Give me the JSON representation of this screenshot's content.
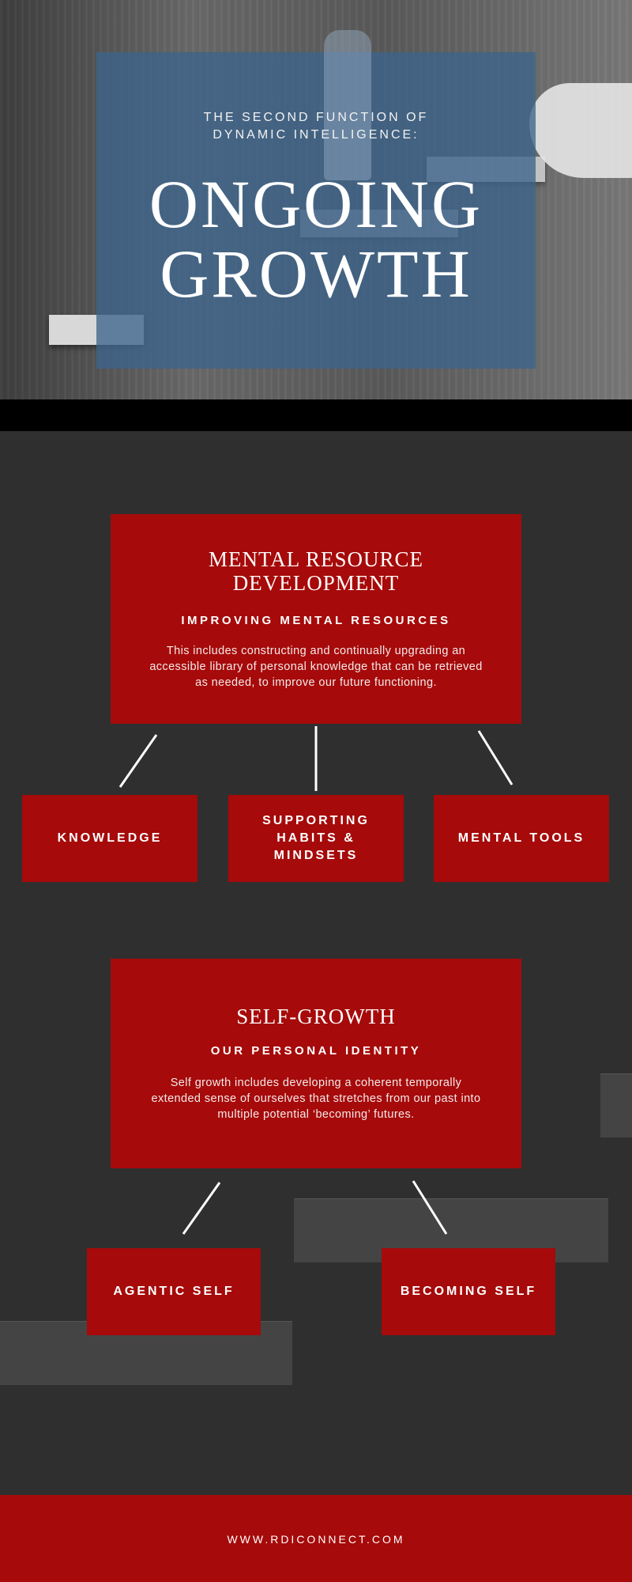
{
  "hero": {
    "subtitle": "THE SECOND FUNCTION OF\nDYNAMIC INTELLIGENCE:",
    "title": "ONGOING\nGROWTH"
  },
  "mental_resource": {
    "title": "MENTAL RESOURCE\nDEVELOPMENT",
    "subtitle": "IMPROVING MENTAL RESOURCES",
    "body": "This includes constructing and continually upgrading an accessible library of personal knowledge that can be retrieved as needed, to improve our future functioning.",
    "children": [
      "KNOWLEDGE",
      "SUPPORTING\nHABITS &\nMINDSETS",
      "MENTAL TOOLS"
    ]
  },
  "self_growth": {
    "title": "SELF-GROWTH",
    "subtitle": "OUR PERSONAL IDENTITY",
    "body": "Self growth includes developing a coherent temporally extended sense of ourselves that stretches from our past into multiple potential ‘becoming’ futures.",
    "children": [
      "AGENTIC SELF",
      "BECOMING SELF"
    ]
  },
  "footer": {
    "url": "WWW.RDICONNECT.COM"
  },
  "colors": {
    "accent_red": "#a60a0a",
    "hero_panel_blue": "#3c648c",
    "background_dark": "#2f2f2f"
  }
}
